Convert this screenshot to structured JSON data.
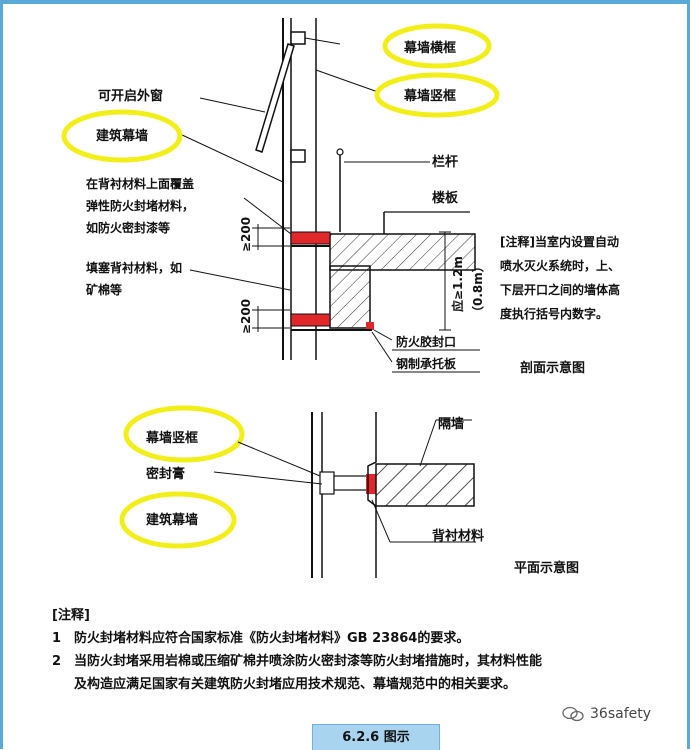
{
  "section_view": {
    "labels": {
      "curtain_transom": "幕墙横框",
      "curtain_mullion": "幕墙竖框",
      "openable_window": "可开启外窗",
      "building_curtain_wall": "建筑幕墙",
      "fire_seal_note_1": "在背衬材料上面覆盖",
      "fire_seal_note_2": "弹性防火封堵材料，",
      "fire_seal_note_3": "如防火密封漆等",
      "backing_note_1": "填塞背衬材料，如",
      "backing_note_2": "矿棉等",
      "railing": "栏杆",
      "floor_slab": "楼板",
      "fire_sealant": "防火胶封口",
      "steel_support": "钢制承托板",
      "dim_upper": "≥200",
      "dim_lower": "≥200",
      "dim_height": "应≥1.2m",
      "dim_height_alt": "（0.8m）",
      "caption": "剖面示意图"
    },
    "annotation": {
      "line1": "[注释]当室内设置自动",
      "line2": "喷水灭火系统时，上、",
      "line3": "下层开口之间的墙体高",
      "line4": "度执行括号内数字。"
    }
  },
  "plan_view": {
    "labels": {
      "curtain_mullion": "幕墙竖框",
      "sealant": "密封膏",
      "building_curtain_wall": "建筑幕墙",
      "partition_wall": "隔墙",
      "backing_material": "背衬材料",
      "caption": "平面示意图"
    }
  },
  "notes": {
    "title": "[注释]",
    "items": [
      {
        "num": "1",
        "text": "防火封堵材料应符合国家标准《防火封堵材料》GB 23864的要求。"
      },
      {
        "num": "2",
        "text": "当防火封堵采用岩棉或压缩矿棉并喷涂防火密封漆等防火封堵措施时，其材料性能",
        "cont": "及构造应满足国家有关建筑防火封堵应用技术规范、幕墙规范中的相关要求。"
      }
    ]
  },
  "footer": {
    "tab_label": "6.2.6 图示"
  },
  "watermark": {
    "text": "36safety",
    "icon": "wechat-icon"
  },
  "colors": {
    "highlight": "#f2ee1a",
    "fire_seal": "#e0282a",
    "frame": "#5aa9d6"
  }
}
